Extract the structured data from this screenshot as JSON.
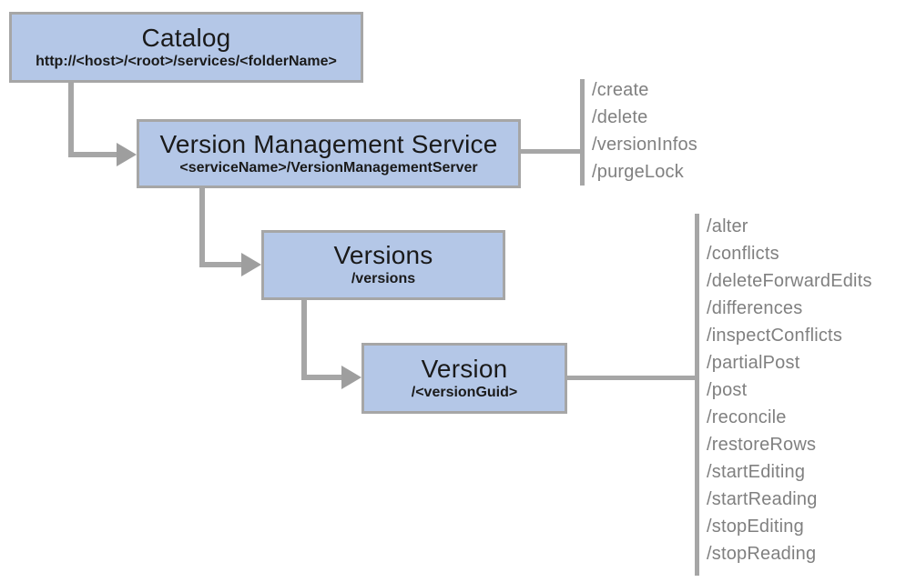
{
  "diagram": {
    "nodes": [
      {
        "id": "catalog",
        "title": "Catalog",
        "subtitle": "http://<host>/<root>/services/<folderName>"
      },
      {
        "id": "vms",
        "title": "Version Management Service",
        "subtitle": "<serviceName>/VersionManagementServer"
      },
      {
        "id": "versions",
        "title": "Versions",
        "subtitle": "/versions"
      },
      {
        "id": "version",
        "title": "Version",
        "subtitle": "/<versionGuid>"
      }
    ],
    "operations": {
      "vms": [
        "/create",
        "/delete",
        "/versionInfos",
        "/purgeLock"
      ],
      "version": [
        "/alter",
        "/conflicts",
        "/deleteForwardEdits",
        "/differences",
        "/inspectConflicts",
        "/partialPost",
        "/post",
        "/reconcile",
        "/restoreRows",
        "/startEditing",
        "/startReading",
        "/stopEditing",
        "/stopReading"
      ]
    },
    "colors": {
      "box_fill": "#b4c7e7",
      "box_border": "#a6a6a6",
      "connector": "#a6a6a6",
      "arrow": "#9e9e9e",
      "ops_text": "#808080",
      "title_text": "#1a1a1a"
    }
  }
}
